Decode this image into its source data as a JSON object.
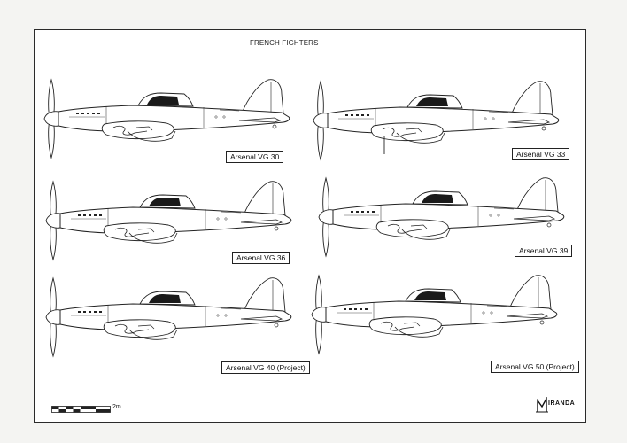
{
  "title": "FRENCH FIGHTERS",
  "aircraft": [
    {
      "label": "Arsenal VG 30"
    },
    {
      "label": "Arsenal VG 33"
    },
    {
      "label": "Arsenal VG 36"
    },
    {
      "label": "Arsenal VG 39"
    },
    {
      "label": "Arsenal VG 40 (Project)"
    },
    {
      "label": "Arsenal VG 50 (Project)"
    }
  ],
  "scale_bar": {
    "label": "2m."
  },
  "logo": {
    "text": "IRANDA"
  }
}
